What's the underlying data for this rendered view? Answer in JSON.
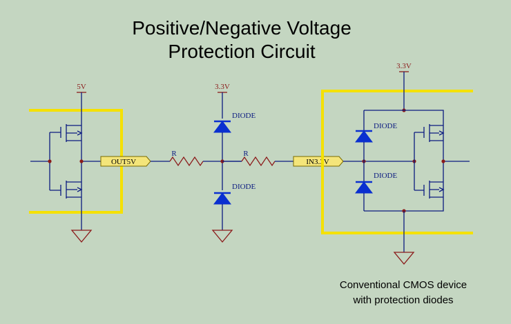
{
  "diagram": {
    "title_line1": "Positive/Negative Voltage",
    "title_line2": "Protection Circuit",
    "caption_line1": "Conventional CMOS device",
    "caption_line2": "with protection diodes",
    "supply_5v": "5V",
    "supply_mid": "3.3V",
    "supply_right": "3.3V",
    "net_out": "OUT5V",
    "net_in": "IN3.3V",
    "resistor_left": "R",
    "resistor_right": "R",
    "diode_mid_top": "DIODE",
    "diode_mid_bottom": "DIODE",
    "diode_right_top": "DIODE",
    "diode_right_bottom": "DIODE"
  },
  "colors": {
    "background": "#c4d6c1",
    "wire": "#0a1a80",
    "supply_wire": "#8b1a1a",
    "diode": "#0a2fd0",
    "boundary": "#f5e100",
    "net_label_fill": "#f4e57a"
  }
}
